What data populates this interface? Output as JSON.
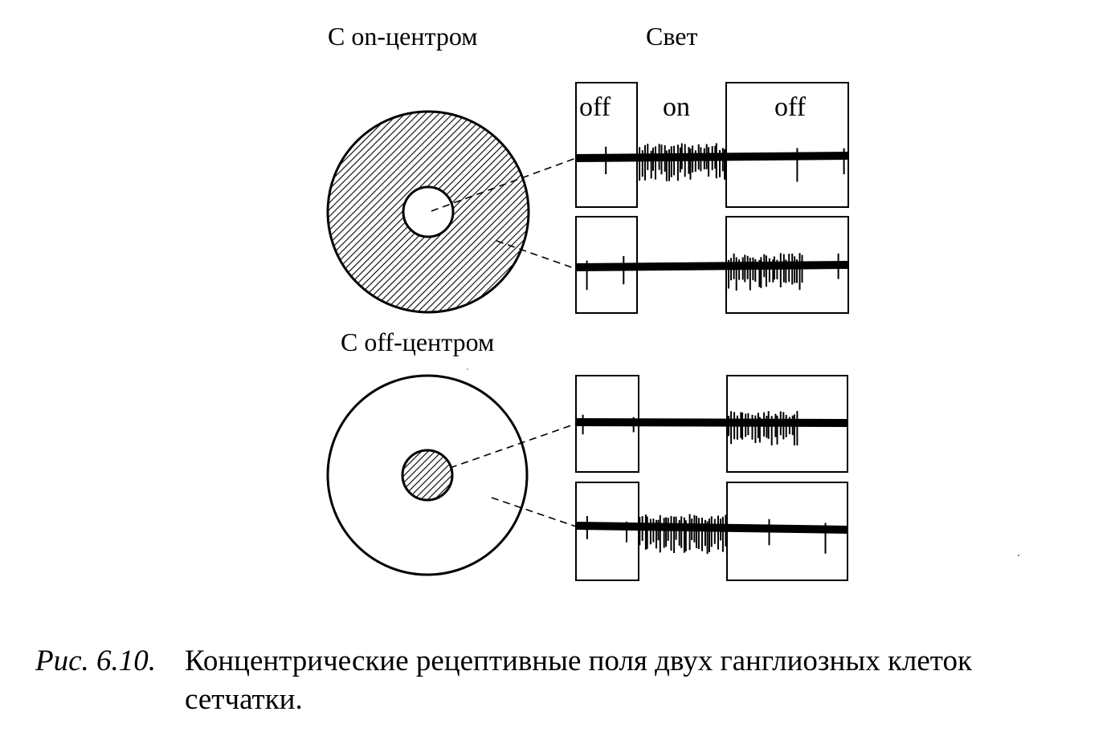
{
  "headings": {
    "on_center": "С on-центром",
    "light": "Свет",
    "off_center": "С off-центром"
  },
  "phases": {
    "off_left": "off",
    "on": "on",
    "off_right": "off"
  },
  "caption": {
    "figure_label": "Рис. 6.10.",
    "line1": "Концентрические рецептивные поля двух ганглиозных клеток",
    "line2": "сетчатки."
  },
  "colors": {
    "ink": "#000000",
    "paper": "#ffffff"
  }
}
